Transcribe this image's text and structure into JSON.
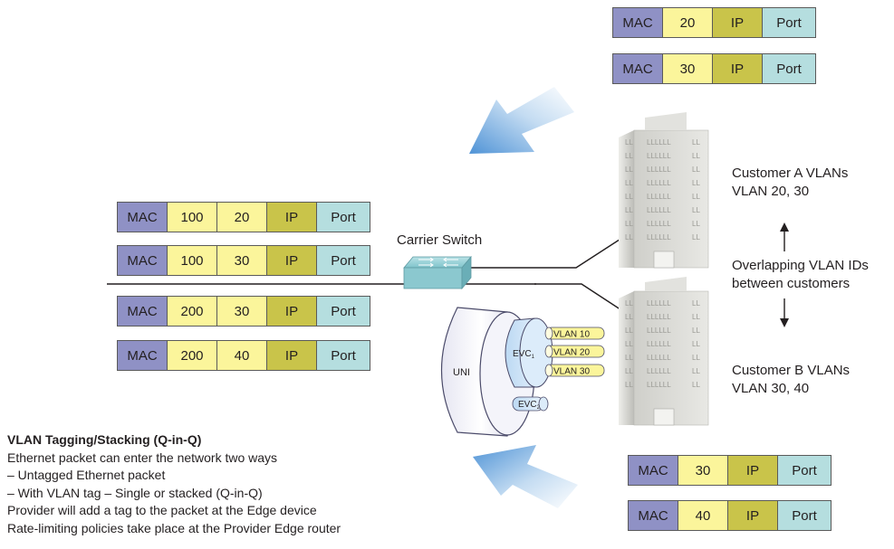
{
  "packets_top": [
    {
      "fields": [
        "MAC",
        "20",
        "IP",
        "Port"
      ]
    },
    {
      "fields": [
        "MAC",
        "30",
        "IP",
        "Port"
      ]
    }
  ],
  "packets_left": [
    {
      "fields": [
        "MAC",
        "100",
        "20",
        "IP",
        "Port"
      ]
    },
    {
      "fields": [
        "MAC",
        "100",
        "30",
        "IP",
        "Port"
      ]
    },
    {
      "fields": [
        "MAC",
        "200",
        "30",
        "IP",
        "Port"
      ]
    },
    {
      "fields": [
        "MAC",
        "200",
        "40",
        "IP",
        "Port"
      ]
    }
  ],
  "packets_bottom": [
    {
      "fields": [
        "MAC",
        "30",
        "IP",
        "Port"
      ]
    },
    {
      "fields": [
        "MAC",
        "40",
        "IP",
        "Port"
      ]
    }
  ],
  "carrier_switch_label": "Carrier Switch",
  "customer_a": {
    "line1": "Customer A VLANs",
    "line2": "VLAN 20, 30"
  },
  "customer_b": {
    "line1": "Customer B VLANs",
    "line2": "VLAN 30, 40"
  },
  "overlap": {
    "line1": "Overlapping VLAN IDs",
    "line2": "between customers"
  },
  "uni": {
    "label": "UNI",
    "evc1": "EVC",
    "evc1_sub": "1",
    "evc2": "EVC",
    "evc2_sub": "2",
    "vlans": [
      "VLAN 10",
      "VLAN 20",
      "VLAN 30"
    ]
  },
  "building_window_text": "LLLLLL",
  "notes": {
    "heading": "VLAN Tagging/Stacking (Q-in-Q)",
    "lines": [
      "Ethernet packet can enter the network two ways",
      "– Untagged Ethernet packet",
      "– With VLAN tag – Single or stacked (Q-in-Q)",
      "Provider will add a tag to the packet at the Edge device",
      "Rate-limiting policies take place at the Provider Edge router"
    ]
  },
  "colors": {
    "mac": "#8f91c5",
    "tag": "#fbf59b",
    "ip": "#c9c44a",
    "port": "#b5dedf",
    "arrow": "#5b9bd8",
    "building": "#d9d9d4"
  }
}
